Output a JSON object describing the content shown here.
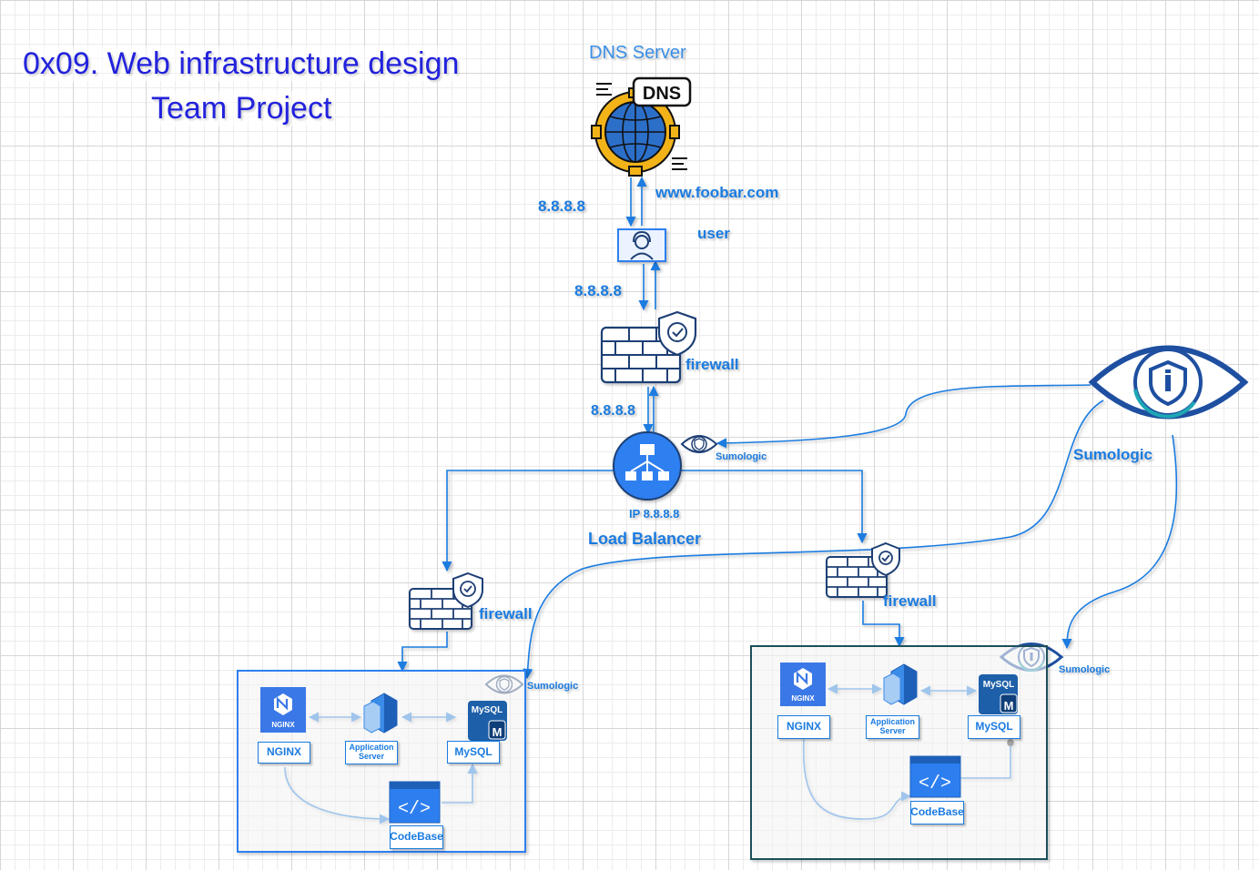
{
  "title": {
    "line1": "0x09. Web infrastructure design",
    "line2": "Team Project"
  },
  "dns": {
    "label": "DNS Server",
    "icon_text": "DNS"
  },
  "flow": {
    "domain": "www.foobar.com",
    "ip_dns": "8.8.8.8",
    "ip_user": "8.8.8.8",
    "ip_firewall": "8.8.8.8"
  },
  "user": {
    "label": "user"
  },
  "firewall_top": {
    "label": "firewall"
  },
  "load_balancer": {
    "ip": "IP 8.8.8.8",
    "label": "Load Balancer"
  },
  "monitoring": {
    "main_label": "Sumologic",
    "lb_label": "Sumologic",
    "left_label": "Sumologic",
    "right_label": "Sumologic"
  },
  "firewall_left": {
    "label": "firewall"
  },
  "firewall_right": {
    "label": "firewall"
  },
  "server_left": {
    "nginx": "NGINX",
    "nginx_logo": "NGINX",
    "app_line1": "Application",
    "app_line2": "Server",
    "mysql": "MySQL",
    "mysql_logo": "MySQL",
    "mysql_m": "M",
    "codebase": "CodeBase"
  },
  "server_right": {
    "nginx": "NGINX",
    "nginx_logo": "NGINX",
    "app_line1": "Application",
    "app_line2": "Server",
    "mysql": "MySQL",
    "mysql_logo": "MySQL",
    "mysql_m": "M",
    "codebase": "CodeBase"
  },
  "colors": {
    "connector": "#1a7be0",
    "dark_blue": "#1e3f75",
    "icon_blue": "#2d7ff0",
    "globe": "#2c6fc9",
    "gear": "#f2b319",
    "nginx_bg": "#3b78e7",
    "teal": "#1fa7b5"
  }
}
